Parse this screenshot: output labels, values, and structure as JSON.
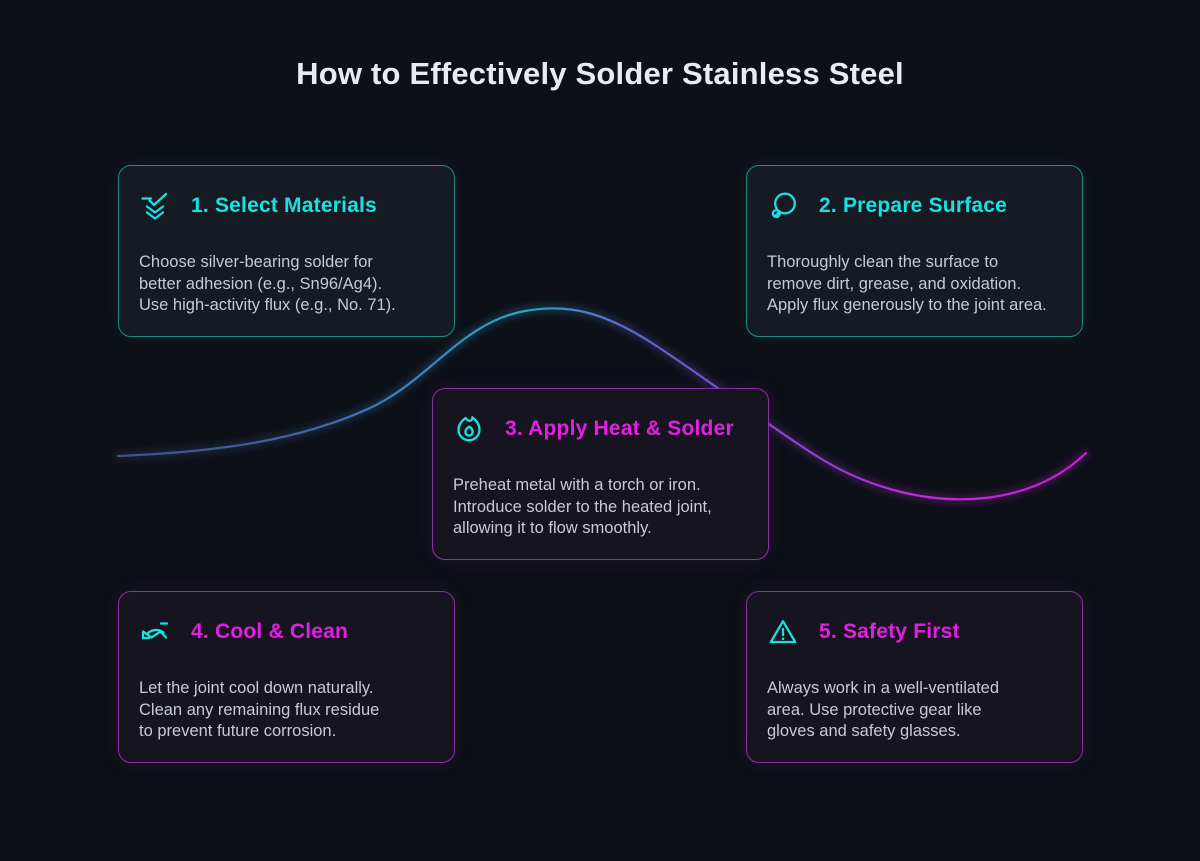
{
  "title": "How to Effectively Solder Stainless Steel",
  "colors": {
    "background": "#0d1017",
    "card_bg": "#151a23",
    "cyan": "#17e1e1",
    "magenta": "#e51ee5",
    "teal_border": "#1f8c82",
    "purple_border": "#8b2fa5",
    "body_text": "#c5cad3",
    "title_text": "#e9ebf2",
    "curve_blue": "#3c5287",
    "curve_teal": "#2fa3c7",
    "curve_purple": "#8a46cf",
    "curve_magenta": "#cb1ed8"
  },
  "steps": [
    {
      "heading": "1. Select Materials",
      "accent": "cyan",
      "icon": "checks-stack-icon",
      "lines": [
        "Choose silver-bearing solder for",
        "better adhesion (e.g., Sn96/Ag4).",
        "Use high-activity flux (e.g., No. 71)."
      ]
    },
    {
      "heading": "2. Prepare Surface",
      "accent": "cyan",
      "icon": "lasso-clean-icon",
      "lines": [
        "Thoroughly clean the surface to",
        "remove dirt, grease, and oxidation.",
        "Apply flux generously to the joint area."
      ]
    },
    {
      "heading": "3. Apply Heat & Solder",
      "accent": "magenta",
      "icon": "flame-icon",
      "lines": [
        "Preheat metal with a torch or iron.",
        "Introduce solder to the heated joint,",
        "allowing it to flow smoothly."
      ]
    },
    {
      "heading": "4. Cool & Clean",
      "accent": "magenta",
      "icon": "oil-clean-icon",
      "lines": [
        "Let the joint cool down naturally.",
        "Clean any remaining flux residue",
        "to prevent future corrosion."
      ]
    },
    {
      "heading": "5. Safety First",
      "accent": "magenta",
      "icon": "warning-triangle-icon",
      "lines": [
        "Always work in a well-ventilated",
        "area. Use protective gear like",
        "gloves and safety glasses."
      ]
    }
  ]
}
